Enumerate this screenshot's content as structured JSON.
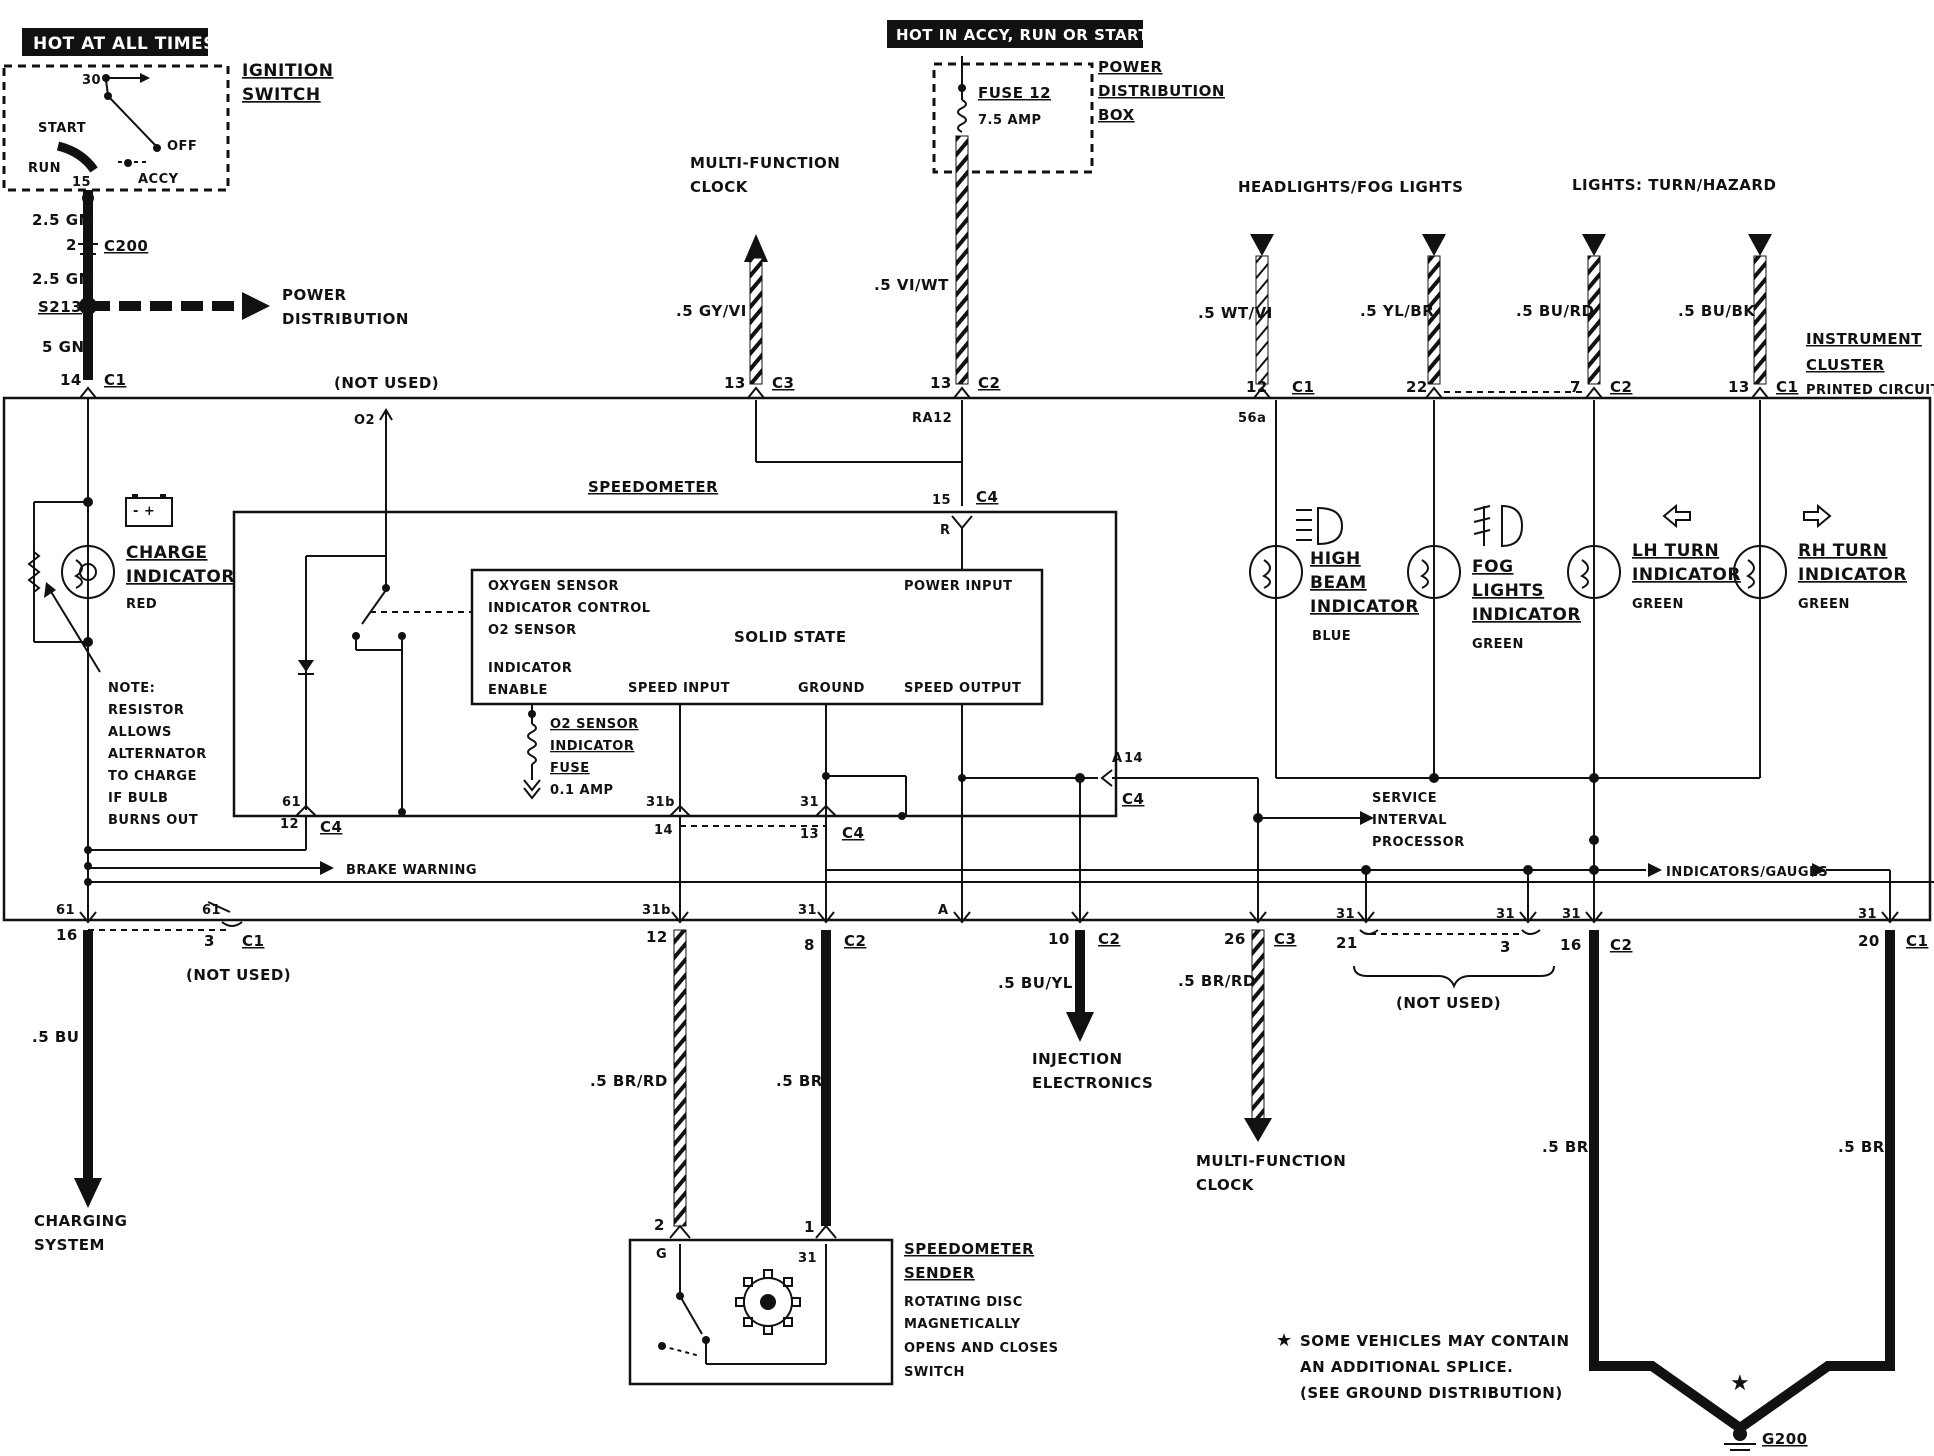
{
  "top": {
    "hot_always": "HOT AT ALL TIMES",
    "hot_accy": "HOT IN ACCY, RUN OR START"
  },
  "ignition": {
    "title_1": "IGNITION",
    "title_2": "SWITCH",
    "pin_30": "30",
    "start": "START",
    "run": "RUN",
    "off": "OFF",
    "accy": "ACCY",
    "pin_15": "15"
  },
  "left_wires": {
    "gn_a": "2.5 GN",
    "c200_pin": "2",
    "c200": "C200",
    "gn_b": "2.5 GN",
    "s213": "S213",
    "power_dist_1": "POWER",
    "power_dist_2": "DISTRIBUTION",
    "gn_c": "5 GN",
    "pin_14": "14",
    "c1": "C1"
  },
  "fuse_box": {
    "fuse": "FUSE 12",
    "amp": "7.5 AMP",
    "pdb_1": "POWER",
    "pdb_2": "DISTRIBUTION",
    "pdb_3": "BOX",
    "wire": ".5 VI/WT",
    "pin": "13",
    "conn": "C2",
    "ra12": "RA12"
  },
  "clock_top": {
    "l1": "MULTI-FUNCTION",
    "l2": "CLOCK",
    "wire": ".5 GY/VI",
    "pin": "13",
    "conn": "C3"
  },
  "lights_top": {
    "headlights": "HEADLIGHTS/FOG LIGHTS",
    "turn": "LIGHTS: TURN/HAZARD",
    "w1": ".5 WT/VI",
    "w2": ".5 YL/BR",
    "w3": ".5 BU/RD",
    "w4": ".5 BU/BK",
    "p1": "12",
    "c1": "C1",
    "p2": "22",
    "p3": "7",
    "c2": "C2",
    "p4": "13",
    "c4": "C1",
    "p56a": "56a",
    "ic_1": "INSTRUMENT",
    "ic_2": "CLUSTER",
    "ic_3": "PRINTED CIRCUIT"
  },
  "cluster": {
    "not_used_top": "(NOT USED)",
    "o2": "O2",
    "speedometer": "SPEEDOMETER",
    "c4_pin15": "15",
    "c4": "C4",
    "r": "R",
    "charge_1": "CHARGE",
    "charge_2": "INDICATOR",
    "charge_color": "RED",
    "note": [
      "NOTE:",
      "RESISTOR",
      "ALLOWS",
      "ALTERNATOR",
      "TO CHARGE",
      "IF BULB",
      "BURNS OUT"
    ],
    "brake": "BRAKE WARNING",
    "p61": "61",
    "p12": "12",
    "c4b": "C4",
    "p31b": "31b",
    "p14": "14",
    "p31": "31",
    "p13": "13",
    "c4c": "C4",
    "a": "A",
    "p14r": "14",
    "c4d": "C4",
    "service_1": "SERVICE",
    "service_2": "INTERVAL",
    "service_3": "PROCESSOR",
    "indicators": "INDICATORS/GAUGES"
  },
  "solid_state": {
    "o2_ctrl_1": "OXYGEN SENSOR",
    "o2_ctrl_2": "INDICATOR CONTROL",
    "o2_sensor": "O2 SENSOR",
    "ind_1": "INDICATOR",
    "ind_2": "ENABLE",
    "title": "SOLID STATE",
    "power_input": "POWER INPUT",
    "speed_input": "SPEED INPUT",
    "ground": "GROUND",
    "speed_output": "SPEED OUTPUT"
  },
  "o2_fuse": {
    "l1": "O2 SENSOR",
    "l2": "INDICATOR",
    "l3": "FUSE",
    "amp": "0.1 AMP"
  },
  "lamps": {
    "high_1": "HIGH",
    "high_2": "BEAM",
    "high_3": "INDICATOR",
    "high_color": "BLUE",
    "fog_1": "FOG",
    "fog_2": "LIGHTS",
    "fog_3": "INDICATOR",
    "fog_color": "GREEN",
    "lh_1": "LH TURN",
    "lh_2": "INDICATOR",
    "lh_color": "GREEN",
    "rh_1": "RH TURN",
    "rh_2": "INDICATOR",
    "rh_color": "GREEN"
  },
  "bottom": {
    "p61a": "61",
    "p61b": "61",
    "p16": "16",
    "p3": "3",
    "c1": "C1",
    "not_used_l": "(NOT USED)",
    "bu": ".5 BU",
    "charging_1": "CHARGING",
    "charging_2": "SYSTEM",
    "p31b": "31b",
    "p12": "12",
    "p31": "31",
    "p8": "8",
    "c2": "C2",
    "brrd": ".5 BR/RD",
    "br": ".5 BR",
    "pA": "A",
    "p10": "10",
    "c2b": "C2",
    "buyl": ".5 BU/YL",
    "inj_1": "INJECTION",
    "inj_2": "ELECTRONICS",
    "p26": "26",
    "c3": "C3",
    "brrd2": ".5 BR/RD",
    "clock_1": "MULTI-FUNCTION",
    "clock_2": "CLOCK",
    "p31x": "31",
    "p21": "21",
    "p31y": "31",
    "p3b": "3",
    "not_used_r": "(NOT USED)",
    "p31z": "31",
    "p16b": "16",
    "c2c": "C2",
    "p31w": "31",
    "p20": "20",
    "c1b": "C1",
    "br_l": ".5 BR",
    "br_r": ".5 BR",
    "g200": "G200",
    "star_note": [
      "SOME VEHICLES MAY CONTAIN",
      "AN ADDITIONAL SPLICE.",
      "(SEE GROUND DISTRIBUTION)"
    ]
  },
  "sender": {
    "p2": "2",
    "p1": "1",
    "g": "G",
    "p31": "31",
    "title_1": "SPEEDOMETER",
    "title_2": "SENDER",
    "desc": [
      "ROTATING DISC",
      "MAGNETICALLY",
      "OPENS AND CLOSES",
      "SWITCH"
    ]
  }
}
